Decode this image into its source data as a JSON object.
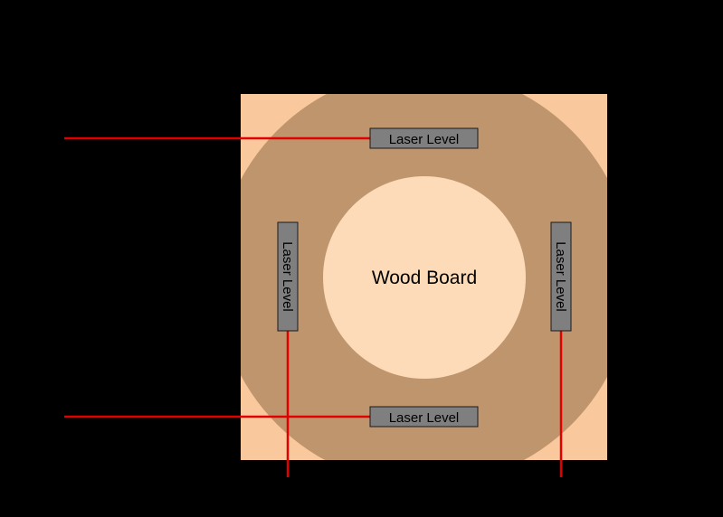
{
  "center_label": "Wood Board",
  "lasers": {
    "top": {
      "label": "Laser Level"
    },
    "bottom": {
      "label": "Laser Level"
    },
    "left": {
      "label": "Laser Level"
    },
    "right": {
      "label": "Laser Level"
    }
  },
  "colors": {
    "background": "#000000",
    "board": "#f9c89c",
    "ring": "#bf956e",
    "inner_circle": "#fddbb8",
    "laser_box": "#7f7f7f",
    "laser_box_border": "#1a1a1a",
    "laser_beam": "#e00000",
    "text": "#000000"
  }
}
